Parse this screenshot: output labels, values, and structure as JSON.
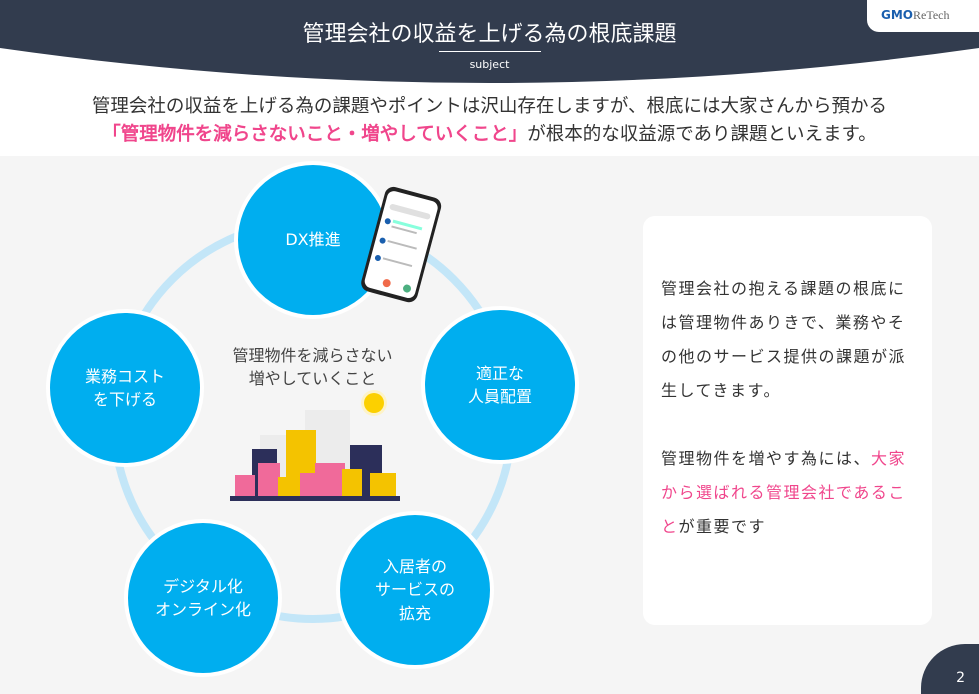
{
  "header": {
    "title": "管理会社の収益を上げる為の根底課題",
    "subtitle": "subject",
    "logo": "GMO ReTech",
    "logo_a": "GMO",
    "logo_b": "ReTech"
  },
  "lead": {
    "line1": "管理会社の収益を上げる為の課題やポイントは沢山存在しますが、根底には大家さんから預かる",
    "highlight": "「管理物件を減らさないこと・増やしていくこと」",
    "line2_rest": "が根本的な収益源であり課題といえます。"
  },
  "diagram": {
    "center_line1": "管理物件を減らさない",
    "center_line2": "増やしていくこと",
    "circles": [
      {
        "l1": "DX推進",
        "l2": ""
      },
      {
        "l1": "適正な",
        "l2": "人員配置"
      },
      {
        "l1": "入居者の",
        "l2": "サービスの",
        "l3": "拡充"
      },
      {
        "l1": "デジタル化",
        "l2": "オンライン化"
      },
      {
        "l1": "業務コスト",
        "l2": "を下げる"
      }
    ]
  },
  "card": {
    "p1": "管理会社の抱える課題の根底には管理物件ありきで、業務やその他のサービス提供の課題が派生してきます。",
    "p2a": "管理物件を増やす為には、",
    "p2pink": "大家から選ばれる管理会社であること",
    "p2b": "が重要です"
  },
  "colors": {
    "dark": "#323c4e",
    "blue": "#00aeef",
    "pink": "#f0468c"
  },
  "page_number": "2"
}
